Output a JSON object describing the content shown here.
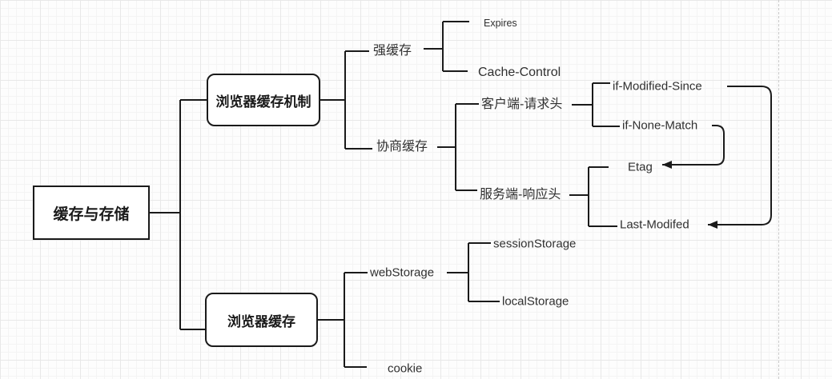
{
  "diagram": {
    "root": {
      "label": "缓存与存储"
    },
    "nodes": {
      "browser_cache_mechanism": {
        "label": "浏览器缓存机制"
      },
      "strong_cache": {
        "label": "强缓存"
      },
      "expires": {
        "label": "Expires"
      },
      "cache_control": {
        "label": "Cache-Control"
      },
      "negotiated_cache": {
        "label": "协商缓存"
      },
      "client_request_headers": {
        "label": "客户端-请求头"
      },
      "if_modified_since": {
        "label": "if-Modified-Since"
      },
      "if_none_match": {
        "label": "if-None-Match"
      },
      "server_response_headers": {
        "label": "服务端-响应头"
      },
      "etag": {
        "label": "Etag"
      },
      "last_modifed": {
        "label": "Last-Modifed"
      },
      "browser_storage": {
        "label": "浏览器缓存"
      },
      "web_storage": {
        "label": "webStorage"
      },
      "session_storage": {
        "label": "sessionStorage"
      },
      "local_storage": {
        "label": "localStorage"
      },
      "cookie": {
        "label": "cookie"
      }
    },
    "arrows": [
      {
        "from": "if-None-Match",
        "to": "Etag"
      },
      {
        "from": "if-Modified-Since",
        "to": "Last-Modifed"
      }
    ]
  },
  "colors": {
    "line": "#1a1a1a",
    "text": "#303030",
    "box_border": "#1a1a1a",
    "box_fill": "#ffffff",
    "grid_minor": "#f4f4f4",
    "grid_major": "#e8e8e8",
    "page_break": "#c9c9c9",
    "canvas_bg": "#fdfdfd"
  }
}
